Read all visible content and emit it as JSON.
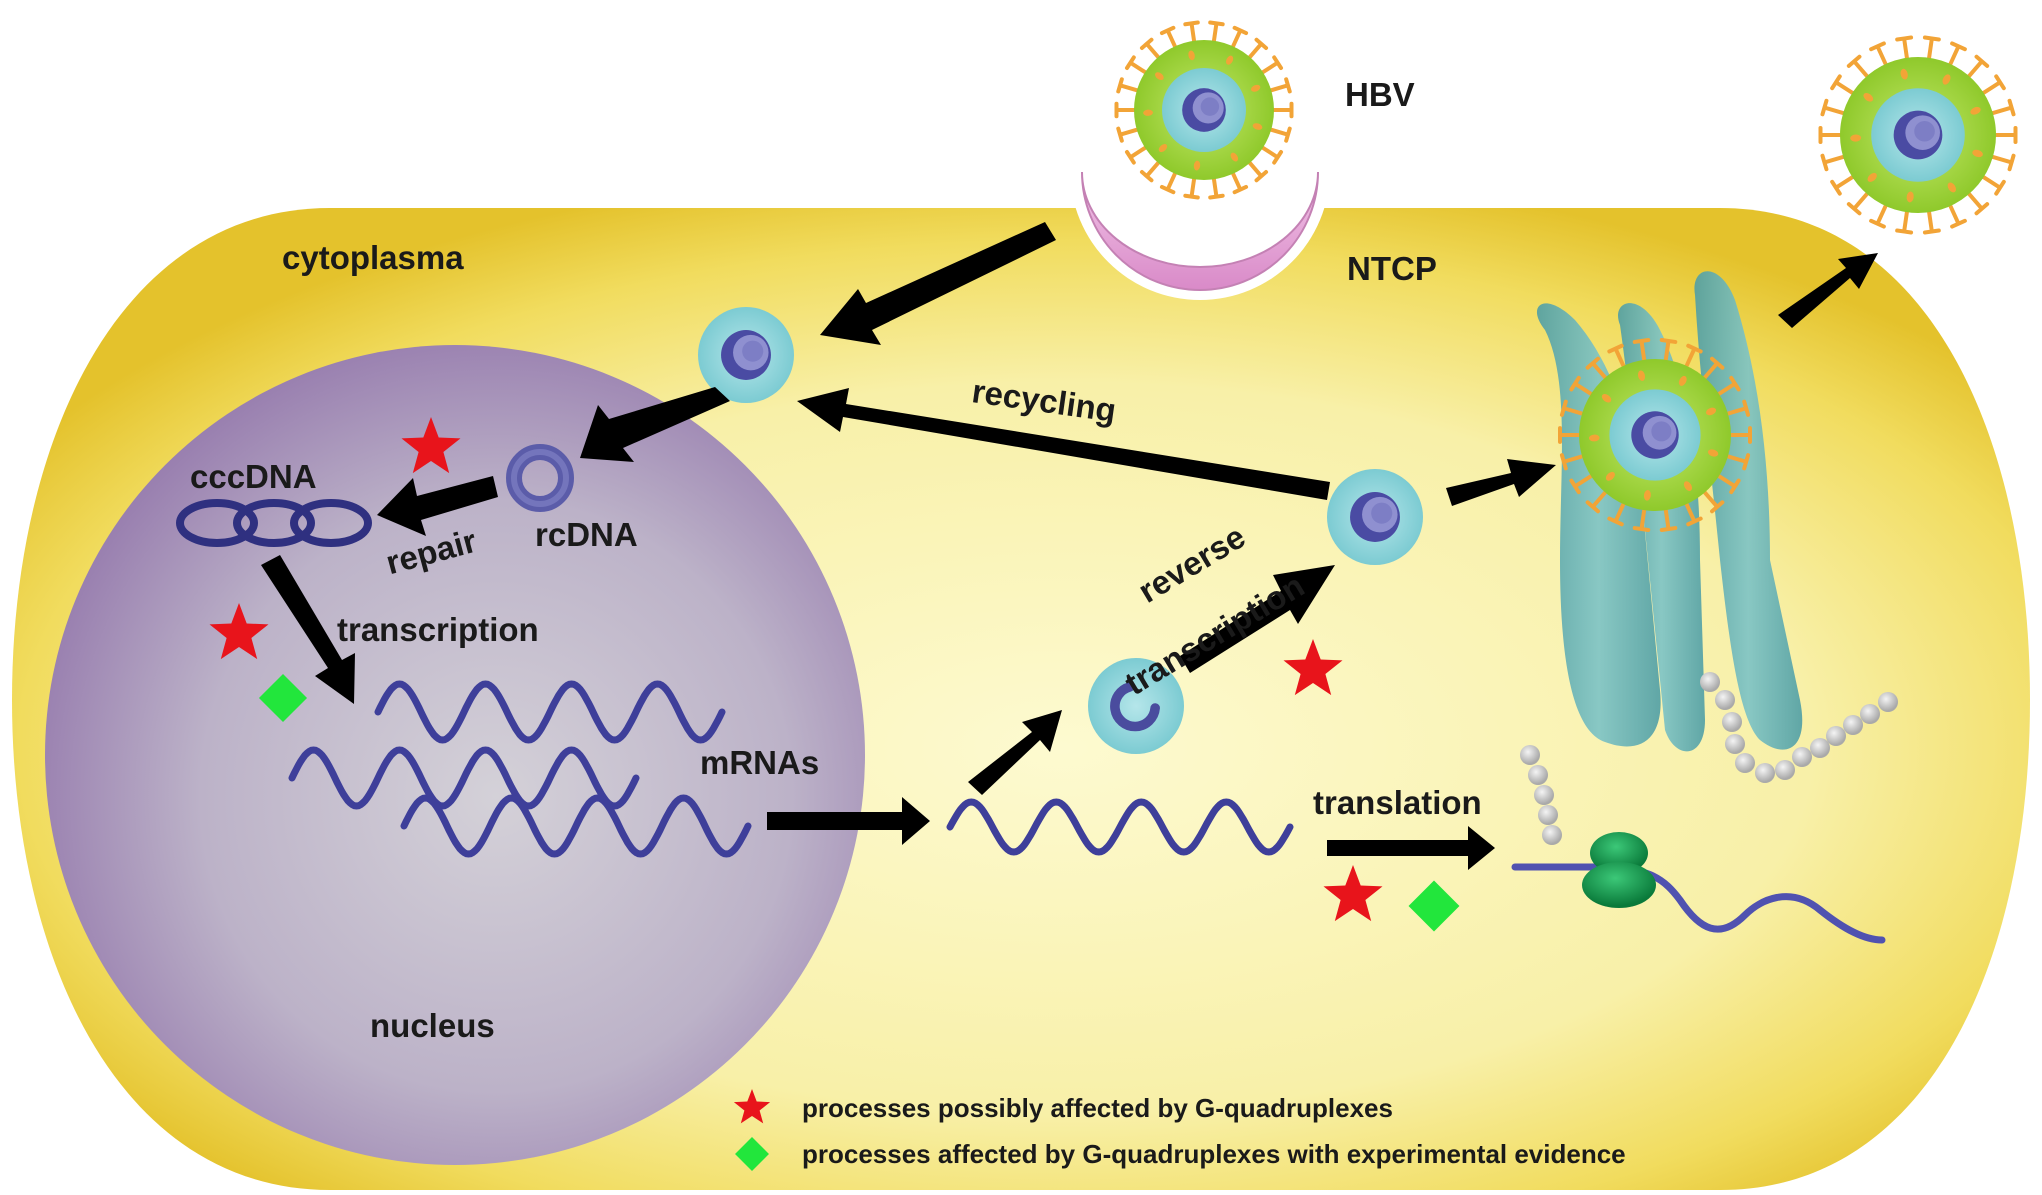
{
  "labels": {
    "hbv": "HBV",
    "ntcp": "NTCP",
    "cytoplasma": "cytoplasma",
    "nucleus": "nucleus",
    "cccdna": "cccDNA",
    "rcdna": "rcDNA",
    "repair": "repair",
    "transcription": "transcription",
    "mrnas": "mRNAs",
    "recycling": "recycling",
    "reverse": "reverse",
    "reverse_transcription": "transcription",
    "translation": "translation"
  },
  "legend": {
    "star_text": "processes possibly affected by G-quadruplexes",
    "diamond_text": "processes affected by G-quadruplexes with experimental evidence"
  },
  "colors": {
    "cell_outer": "#e9c936",
    "cell_inner": "#fbf6b6",
    "nucleus": "#a58ab8",
    "nucleus_light": "#cbc2d4",
    "capsid_fill": "#8fd3d9",
    "capsid_dna": "#3e3f9a",
    "virion_envelope": "#9ed23c",
    "spike": "#f2a437",
    "ntcp": "#e8a8d8",
    "mrna": "#3e3f9a",
    "arrow": "#000000",
    "star": "#e8141b",
    "diamond": "#22e63c",
    "ribosome": "#109a4a",
    "peptide_bead": "#c9c9c9",
    "er": "#5ba9ae"
  }
}
